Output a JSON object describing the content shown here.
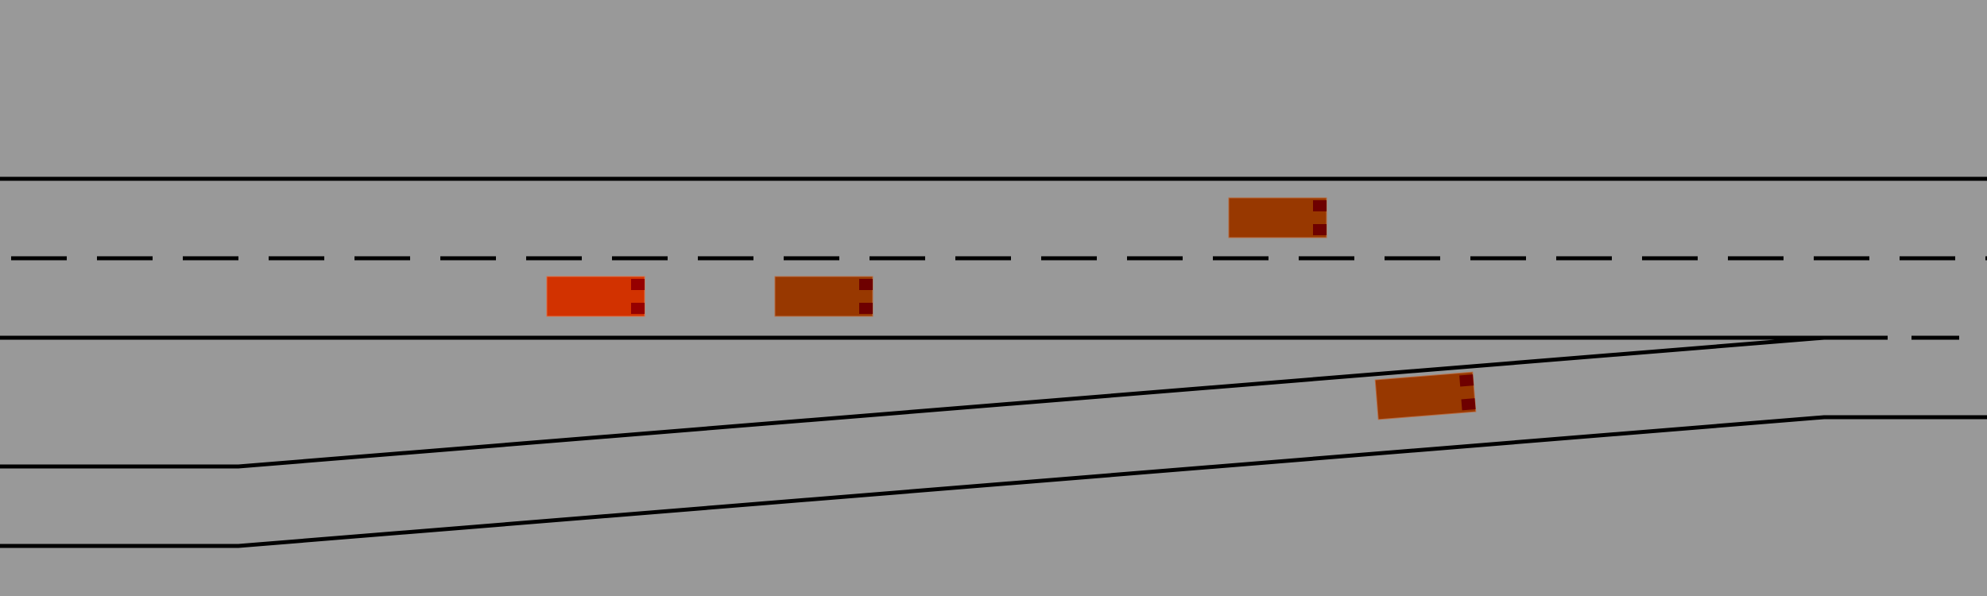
{
  "colors": {
    "background": "#999999",
    "road_line": "#000000",
    "ego_vehicle": "#d23200",
    "other_vehicle": "#983800",
    "tail_light_ego": "#960000",
    "tail_light_other": "#6e0000"
  },
  "vehicles": [
    {
      "id": "ego",
      "role": "ego"
    },
    {
      "id": "vehicle-1",
      "role": "other"
    },
    {
      "id": "vehicle-2",
      "role": "other"
    },
    {
      "id": "vehicle-3",
      "role": "other"
    }
  ]
}
